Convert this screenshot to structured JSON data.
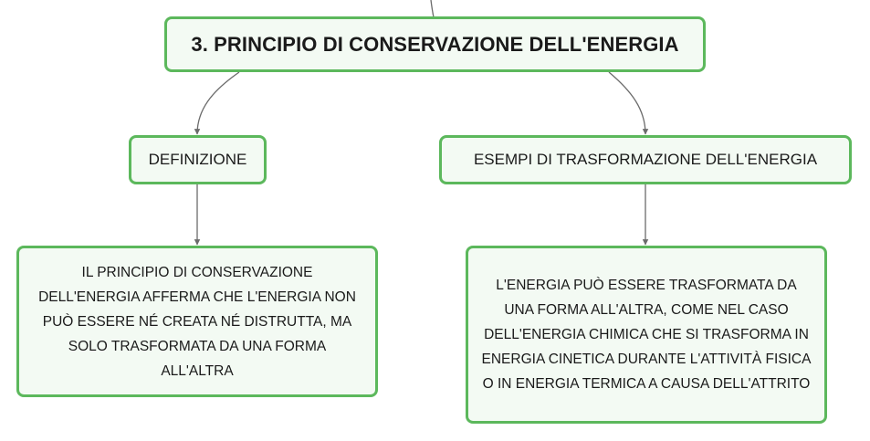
{
  "diagram": {
    "root": {
      "label": "3. PRINCIPIO DI CONSERVAZIONE DELL'ENERGIA"
    },
    "branches": [
      {
        "label": "DEFINIZIONE",
        "child": {
          "text": "IL PRINCIPIO DI CONSERVAZIONE DELL'ENERGIA AFFERMA CHE L'ENERGIA NON PUÒ ESSERE NÉ CREATA NÉ DISTRUTTA, MA SOLO TRASFORMATA DA UNA FORMA ALL'ALTRA"
        }
      },
      {
        "label": "ESEMPI DI TRASFORMAZIONE DELL'ENERGIA",
        "child": {
          "text": "L'ENERGIA PUÒ ESSERE TRASFORMATA DA UNA FORMA ALL'ALTRA, COME NEL CASO DELL'ENERGIA CHIMICA CHE SI TRASFORMA IN ENERGIA CINETICA DURANTE L'ATTIVITÀ FISICA O IN ENERGIA TERMICA A CAUSA DELL'ATTRITO"
        }
      }
    ],
    "colors": {
      "node_border": "#5cb85c",
      "node_fill": "#f3faf3",
      "connector": "#6b6b6b",
      "text": "#1a1a1a"
    }
  }
}
